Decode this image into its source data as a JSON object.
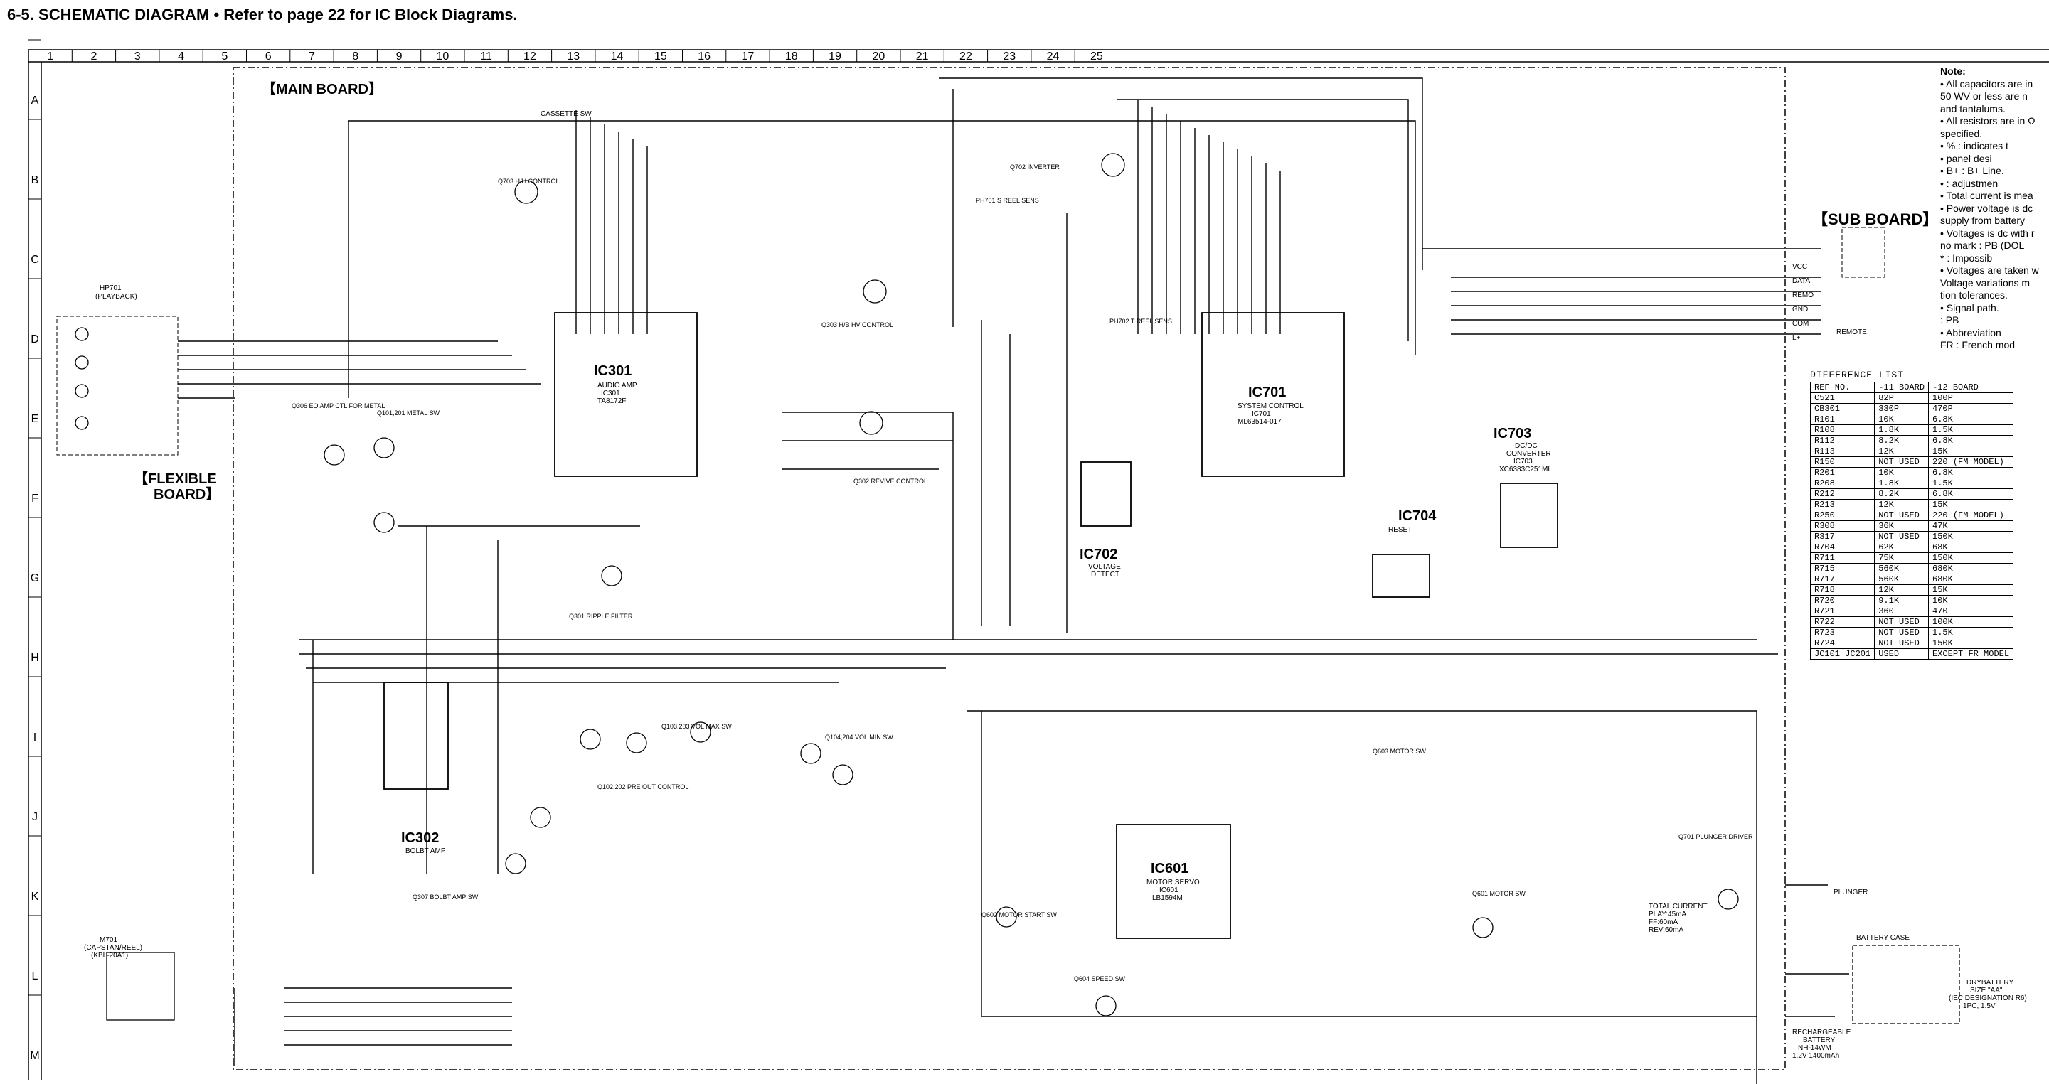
{
  "page": {
    "title": "6-5. SCHEMATIC DIAGRAM • Refer to page 22 for IC Block Diagrams."
  },
  "grid": {
    "columns": [
      "1",
      "2",
      "3",
      "4",
      "5",
      "6",
      "7",
      "8",
      "9",
      "10",
      "11",
      "12",
      "13",
      "14",
      "15",
      "16",
      "17",
      "18",
      "19",
      "20",
      "21",
      "22",
      "23",
      "24",
      "25"
    ],
    "rows": [
      "A",
      "B",
      "C",
      "D",
      "E",
      "F",
      "G",
      "H",
      "I",
      "J",
      "K",
      "L",
      "M"
    ]
  },
  "boards": {
    "main": "【MAIN BOARD】",
    "sub": "【SUB BOARD】",
    "flexible": [
      "【FLEXIBLE",
      "BOARD】"
    ]
  },
  "ics": [
    {
      "ref": "IC301",
      "lines": [
        "AUDIO AMP",
        "IC301",
        "TA8172F"
      ]
    },
    {
      "ref": "IC302",
      "lines": [
        "BOLBT AMP"
      ]
    },
    {
      "ref": "IC601",
      "lines": [
        "MOTOR SERVO",
        "IC601",
        "LB1594M"
      ]
    },
    {
      "ref": "IC701",
      "lines": [
        "SYSTEM CONTROL",
        "IC701",
        "ML63514-017"
      ]
    },
    {
      "ref": "IC702",
      "lines": [
        "VOLTAGE",
        "DETECT"
      ]
    },
    {
      "ref": "IC703",
      "lines": [
        "DC/DC",
        "CONVERTER",
        "IC703",
        "XC6383C251ML"
      ]
    },
    {
      "ref": "IC704",
      "lines": [
        "RESET"
      ]
    }
  ],
  "signals": {
    "cassette_sw": "CASSETTE SW",
    "remote": "REMOTE",
    "plunger": "PLUNGER",
    "total_current": [
      "TOTAL CURRENT",
      "PLAY:45mA",
      "FF:60mA",
      "REV:60mA"
    ],
    "battery_case": "BATTERY CASE",
    "dry_battery": [
      "DRYBATTERY",
      "SIZE \"AA\"",
      "(IEC DESIGNATION R6)",
      "1PC, 1.5V"
    ],
    "rechargeable": [
      "RECHARGEABLE",
      "BATTERY",
      "NH-14WM",
      "1.2V 1400mAh"
    ],
    "sub_pins": [
      "VCC",
      "DATA",
      "REMO",
      "GND",
      "COM",
      "L+"
    ],
    "motor_labels": [
      "M701",
      "(CAPSTAN/REEL)",
      "(KBL-20A1)"
    ],
    "hp_labels": [
      "HP701",
      "(PLAYBACK)"
    ],
    "q_labels": [
      "Q703 H/H CONTROL",
      "Q702 INVERTER",
      "PH701 S REEL SENS",
      "PH702 T REEL SENS",
      "Q306 EQ AMP CTL FOR METAL",
      "Q101,201 METAL SW",
      "Q301 RIPPLE FILTER",
      "Q302 REVIVE CONTROL",
      "Q303 H/B HV CONTROL",
      "Q102,202 PRE OUT CONTROL",
      "Q103,203 VOL MAX SW",
      "Q104,204 VOL MIN SW",
      "Q307 BOLBT AMP SW",
      "Q701 PLUNGER DRIVER",
      "Q601 MOTOR SW",
      "Q602 MOTOR START SW",
      "Q603 MOTOR SW",
      "Q604 SPEED SW"
    ]
  },
  "notes": {
    "heading": "Note:",
    "lines": [
      "• All capacitors are in",
      "  50 WV or less are n",
      "  and tantalums.",
      "• All resistors are in Ω",
      "  specified.",
      "•   %    : indicates t",
      "•        panel desi",
      "•  B+   : B+ Line.",
      "•        : adjustmen",
      "• Total current is mea",
      "• Power voltage is dc",
      "  supply from battery",
      "• Voltages is dc with r",
      "  no mark : PB (DOL",
      "       *   : Impossib",
      "• Voltages are taken w",
      "  Voltage variations m",
      "  tion tolerances.",
      "• Signal path.",
      "     : PB",
      "• Abbreviation",
      "  FR    : French mod"
    ]
  },
  "difference_list": {
    "caption": "DIFFERENCE LIST",
    "headers": [
      "REF NO.",
      "-11 BOARD",
      "-12 BOARD"
    ],
    "rows": [
      [
        "C521",
        "82P",
        "100P"
      ],
      [
        "CB301",
        "330P",
        "470P"
      ],
      [
        "R101",
        "10K",
        "6.8K"
      ],
      [
        "R108",
        "1.8K",
        "1.5K"
      ],
      [
        "R112",
        "8.2K",
        "6.8K"
      ],
      [
        "R113",
        "12K",
        "15K"
      ],
      [
        "R150",
        "NOT USED",
        "220 (FM MODEL)"
      ],
      [
        "R201",
        "10K",
        "6.8K"
      ],
      [
        "R208",
        "1.8K",
        "1.5K"
      ],
      [
        "R212",
        "8.2K",
        "6.8K"
      ],
      [
        "R213",
        "12K",
        "15K"
      ],
      [
        "R250",
        "NOT USED",
        "220 (FM MODEL)"
      ],
      [
        "R308",
        "36K",
        "47K"
      ],
      [
        "R317",
        "NOT USED",
        "150K"
      ],
      [
        "R704",
        "62K",
        "68K"
      ],
      [
        "R711",
        "75K",
        "150K"
      ],
      [
        "R715",
        "560K",
        "680K"
      ],
      [
        "R717",
        "560K",
        "680K"
      ],
      [
        "R718",
        "12K",
        "15K"
      ],
      [
        "R720",
        "9.1K",
        "10K"
      ],
      [
        "R721",
        "360",
        "470"
      ],
      [
        "R722",
        "NOT USED",
        "100K"
      ],
      [
        "R723",
        "NOT USED",
        "1.5K"
      ],
      [
        "R724",
        "NOT USED",
        "150K"
      ],
      [
        "JC101 JC201",
        "USED",
        "EXCEPT FR MODEL"
      ]
    ]
  }
}
